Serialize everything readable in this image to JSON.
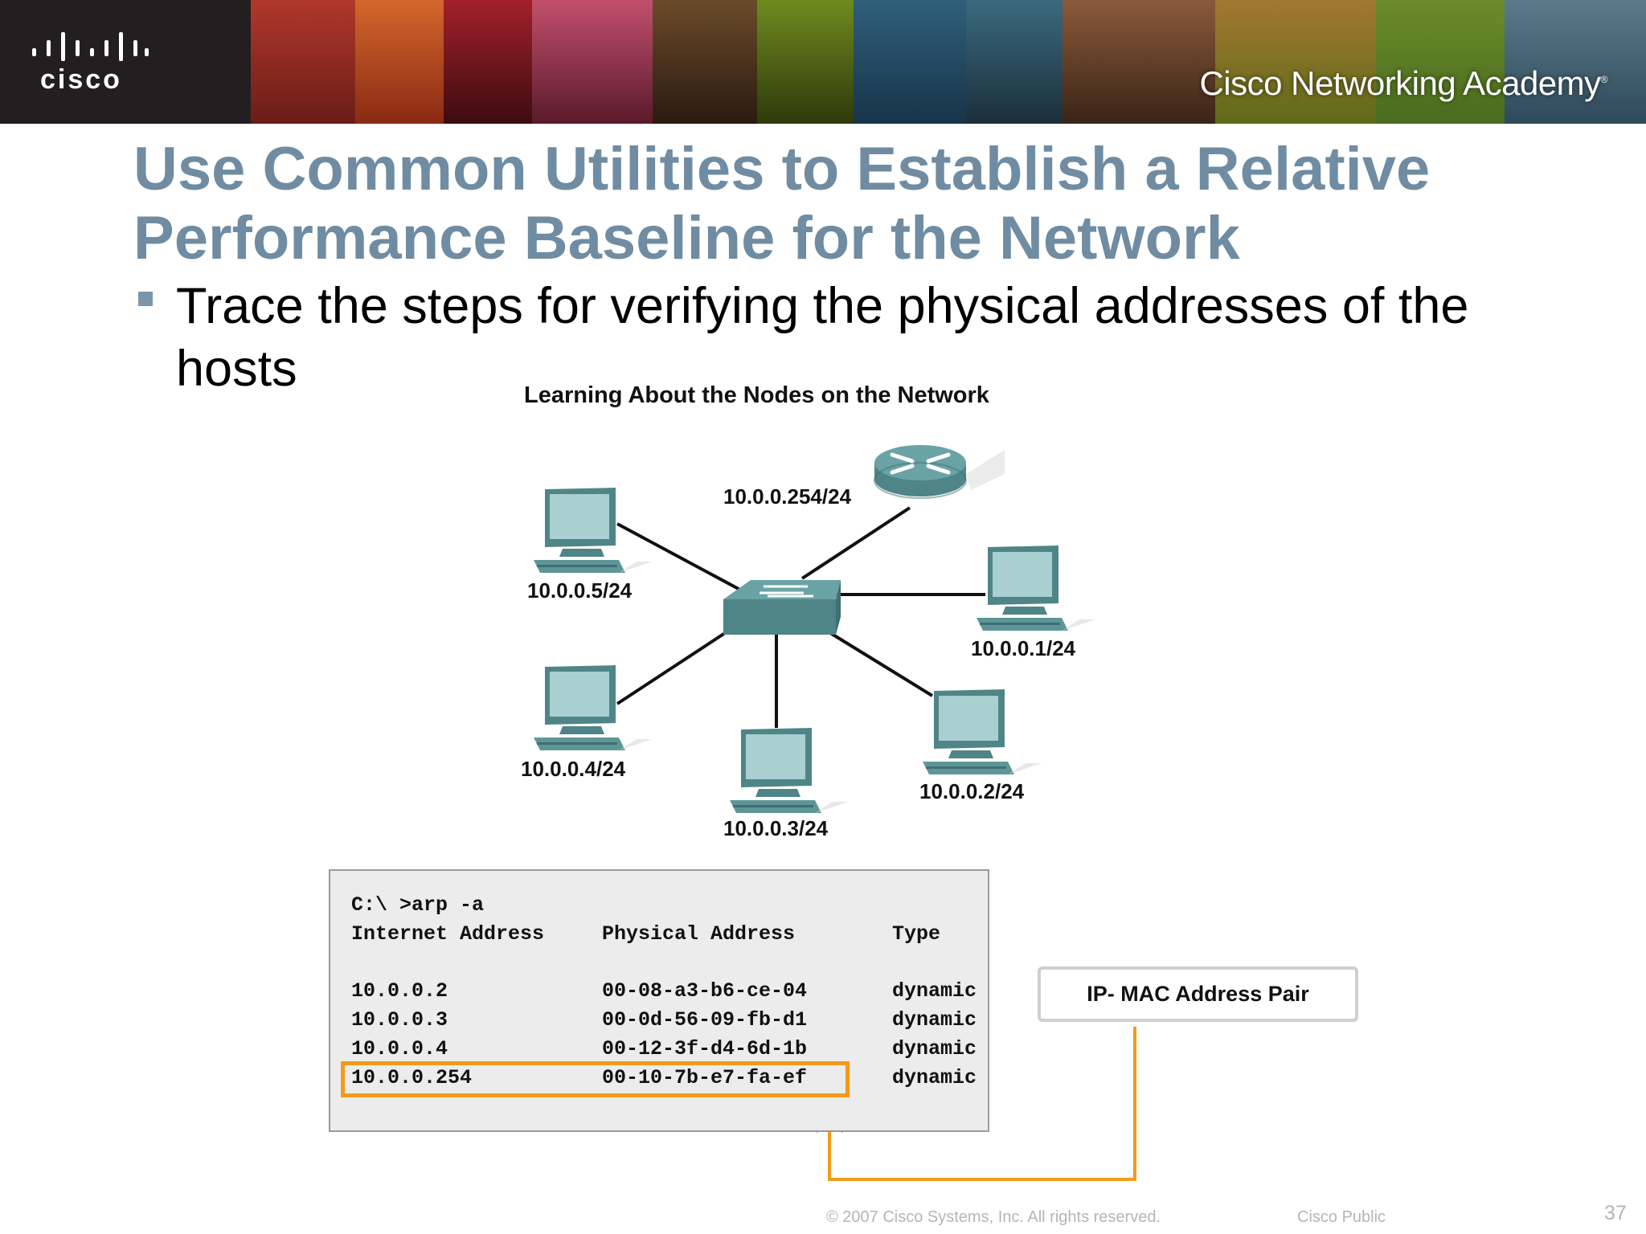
{
  "banner": {
    "logo_text": "cisco",
    "academy_text": "Cisco Networking Academy",
    "academy_mark": "®"
  },
  "slide": {
    "title": "Use Common Utilities to Establish a Relative Performance Baseline for the Network",
    "bullet": "Trace the steps for verifying the physical addresses of the hosts"
  },
  "diagram": {
    "title": "Learning About the Nodes on the Network",
    "router_label": "10.0.0.254/24",
    "hosts": {
      "host_5": "10.0.0.5/24",
      "host_1": "10.0.0.1/24",
      "host_4": "10.0.0.4/24",
      "host_3": "10.0.0.3/24",
      "host_2": "10.0.0.2/24"
    }
  },
  "console": {
    "command": "C:\\ >arp -a",
    "headers": [
      "Internet Address",
      "Physical Address",
      "Type"
    ],
    "rows": [
      [
        "10.0.0.2",
        "00-08-a3-b6-ce-04",
        "dynamic"
      ],
      [
        "10.0.0.3",
        "00-0d-56-09-fb-d1",
        "dynamic"
      ],
      [
        "10.0.0.4",
        "00-12-3f-d4-6d-1b",
        "dynamic"
      ],
      [
        "10.0.0.254",
        "00-10-7b-e7-fa-ef",
        "dynamic"
      ]
    ],
    "highlighted_row": 3
  },
  "callout": {
    "text": "IP- MAC Address Pair"
  },
  "footer": {
    "copyright": "© 2007 Cisco Systems, Inc. All rights reserved.",
    "classification": "Cisco Public",
    "page_number": "37"
  },
  "colors": {
    "title": "#6f8ca2",
    "device": "#5e9698",
    "highlight": "#f29b1a"
  }
}
